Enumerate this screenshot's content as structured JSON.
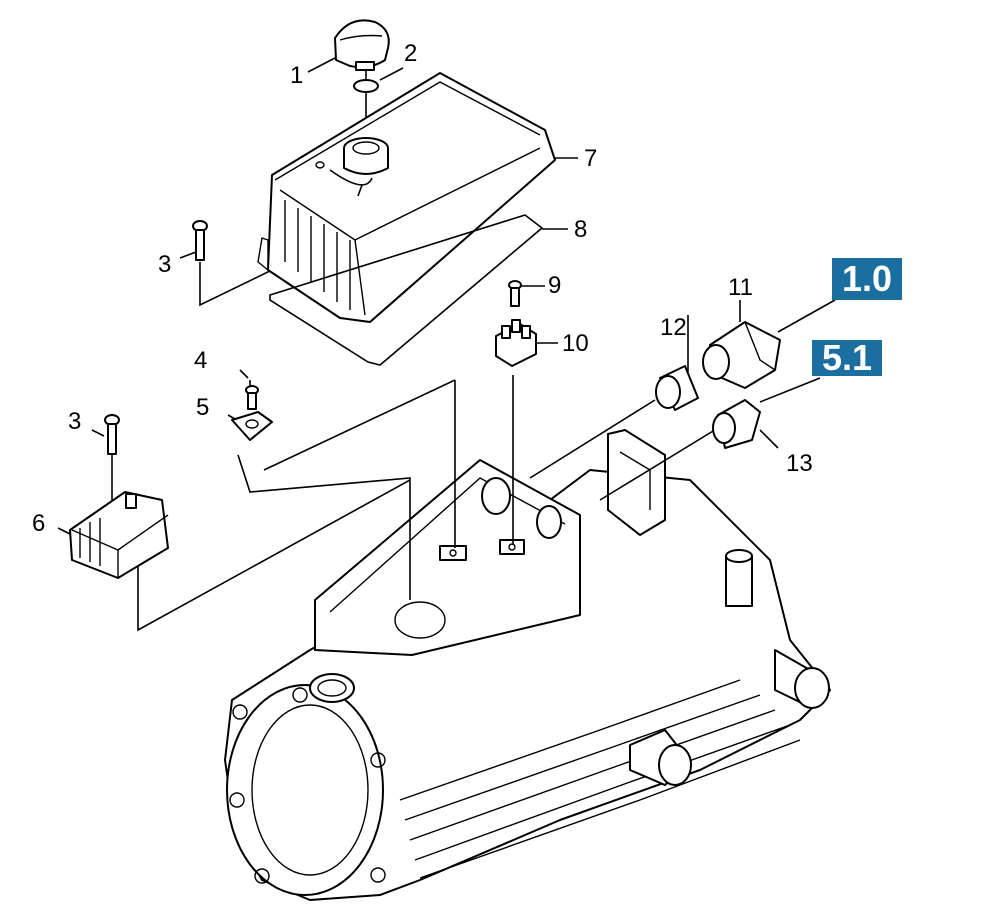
{
  "colors": {
    "badge_bg": "#1a6fa0",
    "line": "#000000",
    "background": "#ffffff"
  },
  "callouts": [
    {
      "id": "c1",
      "text": "1"
    },
    {
      "id": "c2",
      "text": "2"
    },
    {
      "id": "c3a",
      "text": "3"
    },
    {
      "id": "c3b",
      "text": "3"
    },
    {
      "id": "c4",
      "text": "4"
    },
    {
      "id": "c5",
      "text": "5"
    },
    {
      "id": "c6",
      "text": "6"
    },
    {
      "id": "c7",
      "text": "7"
    },
    {
      "id": "c8",
      "text": "8"
    },
    {
      "id": "c9",
      "text": "9"
    },
    {
      "id": "c10",
      "text": "10"
    },
    {
      "id": "c11",
      "text": "11"
    },
    {
      "id": "c12",
      "text": "12"
    },
    {
      "id": "c13",
      "text": "13"
    }
  ],
  "badges": [
    {
      "id": "b1",
      "text": "1.0"
    },
    {
      "id": "b2",
      "text": "5.1"
    }
  ]
}
